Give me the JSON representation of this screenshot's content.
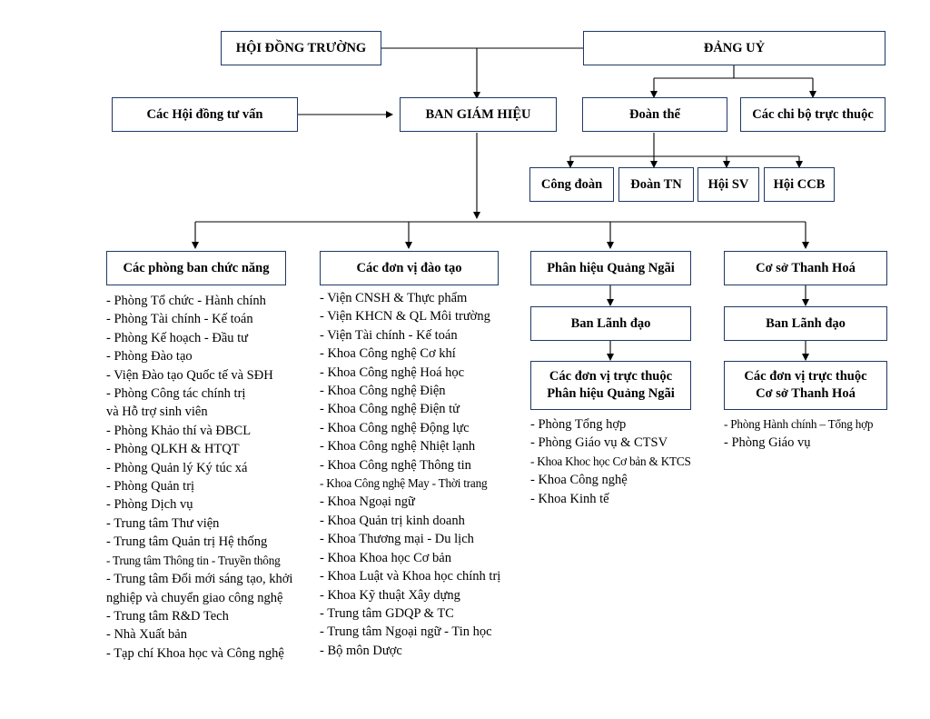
{
  "top": {
    "hoi_dong_truong": "HỘI ĐỒNG TRƯỜNG",
    "dang_uy": "ĐẢNG UỶ"
  },
  "second": {
    "hoi_dong_tu_van": "Các Hội đồng tư vấn",
    "ban_giam_hieu": "BAN GIÁM HIỆU",
    "doan_the": "Đoàn thể",
    "chi_bo": "Các chi bộ trực thuộc"
  },
  "doan_the_children": [
    "Công đoàn",
    "Đoàn TN",
    "Hội SV",
    "Hội CCB"
  ],
  "branches": {
    "phong_ban": "Các phòng ban chức năng",
    "don_vi_dao_tao": "Các đơn vị đào tạo",
    "phan_hieu": "Phân hiệu Quảng Ngãi",
    "co_so": "Cơ sở Thanh Hoá"
  },
  "phan_hieu_sub": {
    "lanh_dao": "Ban Lãnh đạo",
    "don_vi_line1": "Các đơn vị trực thuộc",
    "don_vi_line2": "Phân hiệu Quảng Ngãi"
  },
  "co_so_sub": {
    "lanh_dao": "Ban Lãnh đạo",
    "don_vi_line1": "Các đơn vị trực thuộc",
    "don_vi_line2": "Cơ sở Thanh Hoá"
  },
  "lists": {
    "phong_ban": [
      "- Phòng Tổ chức - Hành chính",
      "- Phòng Tài chính - Kế toán",
      "- Phòng Kế hoạch - Đầu tư",
      "- Phòng Đào tạo",
      "- Viện Đào tạo Quốc tế và SĐH",
      "- Phòng Công tác chính trị",
      "và Hỗ trợ sinh viên",
      "- Phòng Khảo thí và ĐBCL",
      "- Phòng QLKH & HTQT",
      "- Phòng Quản lý Ký túc xá",
      "- Phòng Quản trị",
      "- Phòng Dịch vụ",
      "- Trung tâm Thư viện",
      "- Trung tâm Quản trị Hệ thống",
      "- Trung tâm Thông tin - Truyền thông",
      "- Trung tâm Đổi mới sáng tạo, khởi",
      "nghiệp và chuyển giao công nghệ",
      "- Trung tâm R&D Tech",
      "- Nhà Xuất bản",
      "- Tạp chí Khoa học và Công nghệ"
    ],
    "don_vi_dao_tao": [
      "- Viện CNSH & Thực phẩm",
      "- Viện KHCN & QL Môi trường",
      "- Viện Tài chính - Kế toán",
      "- Khoa Công nghệ Cơ khí",
      "- Khoa Công nghệ Hoá học",
      "- Khoa Công nghệ Điện",
      "- Khoa Công nghệ Điện tử",
      "- Khoa Công nghệ Động lực",
      "- Khoa Công nghệ Nhiệt lạnh",
      "- Khoa Công nghệ Thông tin",
      "- Khoa Công nghệ May - Thời trang",
      "- Khoa Ngoại ngữ",
      "- Khoa Quản trị kinh doanh",
      "- Khoa Thương mại - Du lịch",
      "- Khoa Khoa học Cơ bản",
      "- Khoa Luật và Khoa học chính trị",
      "- Khoa Kỹ thuật Xây dựng",
      "- Trung tâm GDQP & TC",
      "- Trung tâm Ngoại ngữ - Tin học",
      "- Bộ môn Dược"
    ],
    "phan_hieu": [
      "- Phòng Tổng hợp",
      "- Phòng Giáo vụ & CTSV",
      "- Khoa Khoc học Cơ bản & KTCS",
      "- Khoa Công nghệ",
      "- Khoa Kinh tế"
    ],
    "co_so": [
      "- Phòng Hành chính – Tổng hợp",
      "- Phòng Giáo vụ"
    ]
  }
}
